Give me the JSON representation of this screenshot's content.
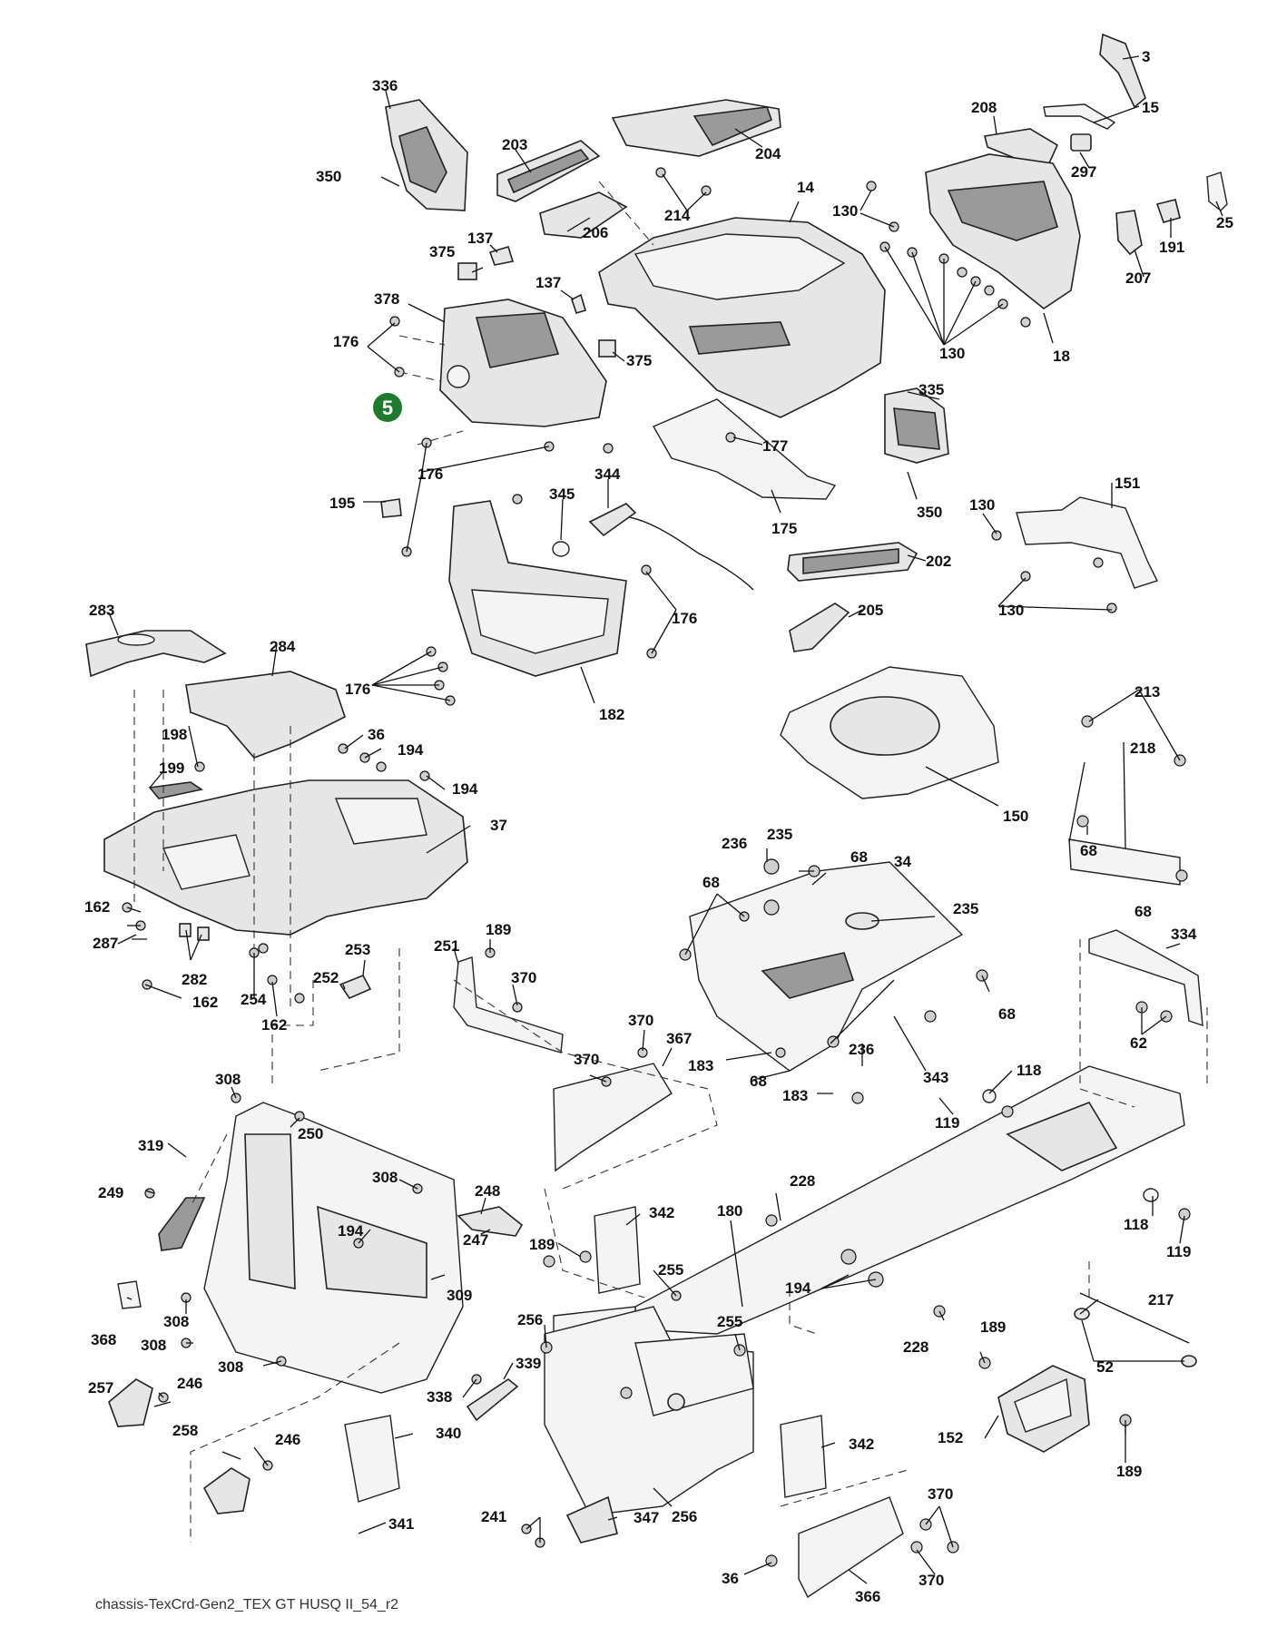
{
  "caption": "chassis-TexCrd-Gen2_TEX GT HUSQ II_54_r2",
  "highlight": {
    "label": "5",
    "color": "#1e7b2e"
  },
  "callouts": {
    "c3": "3",
    "c15": "15",
    "c25": "25",
    "c336": "336",
    "c203": "203",
    "c204": "204",
    "c208": "208",
    "c297": "297",
    "c350a": "350",
    "c206": "206",
    "c214": "214",
    "c14": "14",
    "c130a": "130",
    "c191": "191",
    "c207": "207",
    "c375a": "375",
    "c137a": "137",
    "c137b": "137",
    "c378": "378",
    "c176a": "176",
    "c375b": "375",
    "c130b": "130",
    "c18": "18",
    "c335": "335",
    "c177": "177",
    "c176b": "176",
    "c195": "195",
    "c345": "345",
    "c344": "344",
    "c350b": "350",
    "c130c": "130",
    "c151": "151",
    "c175": "175",
    "c202": "202",
    "c176c": "176",
    "c130d": "130",
    "c205": "205",
    "c283": "283",
    "c284": "284",
    "c176d": "176",
    "c182": "182",
    "c198": "198",
    "c36a": "36",
    "c194a": "194",
    "c199": "199",
    "c194b": "194",
    "c37": "37",
    "c213": "213",
    "c218": "218",
    "c150": "150",
    "c236a": "236",
    "c235a": "235",
    "c68a": "68",
    "c34": "34",
    "c68b": "68",
    "c68c": "68",
    "c235b": "235",
    "c68d": "68",
    "c162a": "162",
    "c287": "287",
    "c282": "282",
    "c162b": "162",
    "c254": "254",
    "c162c": "162",
    "c189a": "189",
    "c251": "251",
    "c253": "253",
    "c252": "252",
    "c370a": "370",
    "c370b": "370",
    "c367": "367",
    "c370c": "370",
    "c68e": "68",
    "c183a": "183",
    "c68f": "68",
    "c236b": "236",
    "c183b": "183",
    "c343": "343",
    "c334": "334",
    "c62": "62",
    "c118a": "118",
    "c119a": "119",
    "c308a": "308",
    "c250": "250",
    "c319": "319",
    "c249": "249",
    "c308b": "308",
    "c248": "248",
    "c194c": "194",
    "c247": "247",
    "c228a": "228",
    "c180": "180",
    "c118b": "118",
    "c342a": "342",
    "c189b": "189",
    "c255a": "255",
    "c194d": "194",
    "c119b": "119",
    "c309": "309",
    "c308c": "308",
    "c368": "368",
    "c308d": "308",
    "c308e": "308",
    "c256a": "256",
    "c255b": "255",
    "c217": "217",
    "c228b": "228",
    "c189c": "189",
    "c52": "52",
    "c257": "257",
    "c246a": "246",
    "c338": "338",
    "c339": "339",
    "c258": "258",
    "c246b": "246",
    "c340": "340",
    "c152": "152",
    "c189d": "189",
    "c342b": "342",
    "c256b": "256",
    "c241": "241",
    "c347": "347",
    "c370d": "370",
    "c341": "341",
    "c36b": "36",
    "c370e": "370",
    "c366": "366"
  }
}
